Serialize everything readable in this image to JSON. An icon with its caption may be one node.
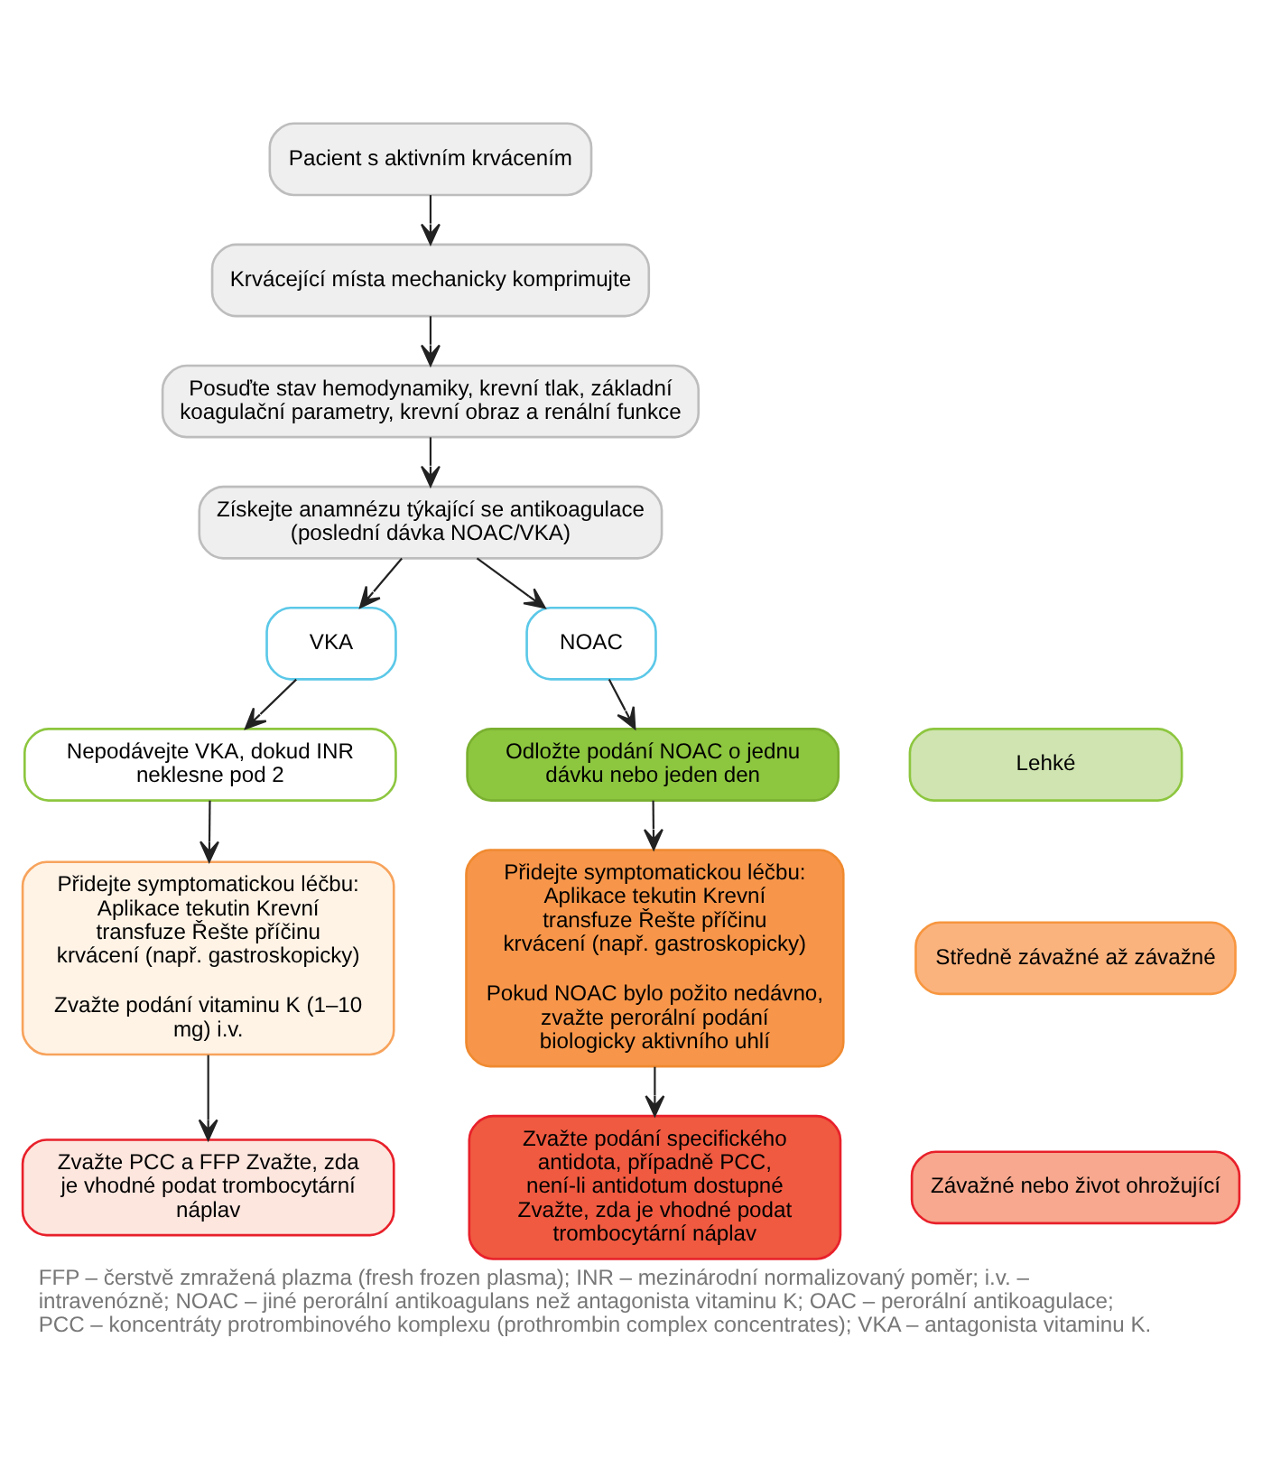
{
  "diagram": {
    "caption": "FFP – čerstvě zmražená plazma (fresh frozen plasma); INR – mezinárodní normalizovaný poměr; i.v. – intravenózně; NOAC – jiné perorální antikoagulans než antagonista vitaminu K; OAC – perorální antikoagulace; PCC – koncentráty protrombinového komplexu (prothrombin complex concentrates); VKA – antagonista vitaminu K.",
    "nodes": [
      {
        "text": [
          "Pacient s aktivním krvácením"
        ]
      },
      {
        "text": [
          "Krvácející místa mechanicky komprimujte"
        ]
      },
      {
        "text": [
          "Posuďte stav hemodynamiky, krevní tlak, základní koagulační parametry, krevní obraz a renální funkce"
        ]
      },
      {
        "text": [
          "Získejte anamnézu týkající se antikoagulace (poslední dávka NOAC/VKA)"
        ]
      },
      {
        "text": [
          "VKA"
        ]
      },
      {
        "text": [
          "NOAC"
        ]
      },
      {
        "text": [
          "Nepodávejte VKA, dokud INR neklesne pod 2"
        ]
      },
      {
        "text": [
          "Lehké"
        ]
      },
      {
        "text": [
          "Odložte podání NOAC o jednu dávku nebo jeden den"
        ]
      },
      {
        "text": [
          "Přidejte symptomatickou léčbu: Aplikace tekutin Krevní transfuze Řešte příčinu krvácení (např. gastroskopicky)",
          "Zvažte podání vitaminu K (1–10 mg) i.v."
        ]
      },
      {
        "text": [
          "Středně závažné až závažné"
        ]
      },
      {
        "text": [
          "Přidejte symptomatickou léčbu: Aplikace tekutin Krevní transfuze Řešte příčinu krvácení (např. gastroskopicky)",
          "Pokud NOAC bylo požito nedávno, zvažte perorální podání biologicky aktivního uhlí"
        ]
      },
      {
        "text": [
          "Zvažte PCC a FFP Zvažte, zda je vhodné podat trombocytární náplav"
        ]
      },
      {
        "text": [
          "Závažné nebo život ohrožující"
        ]
      },
      {
        "text": [
          "Zvažte podání specifického antidota, případně PCC, není-li antidotum dostupné Zvažte, zda je vhodné podat trombocytární náplav"
        ]
      }
    ],
    "edges": [
      {
        "from": 0,
        "to": 1,
        "arrow": "to"
      },
      {
        "from": 1,
        "to": 2,
        "arrow": "to"
      },
      {
        "from": 2,
        "to": 3,
        "arrow": "to"
      },
      {
        "from": 3,
        "to": 4,
        "arrow": "to"
      },
      {
        "from": 3,
        "to": 5,
        "arrow": "to"
      },
      {
        "from": 4,
        "to": 6,
        "arrow": "to"
      },
      {
        "from": 5,
        "to": 8,
        "arrow": "to"
      },
      {
        "from": 6,
        "to": 9,
        "arrow": "to"
      },
      {
        "from": 9,
        "to": 12,
        "arrow": "to"
      },
      {
        "from": 8,
        "to": 11,
        "arrow": "to"
      },
      {
        "from": 11,
        "to": 14,
        "arrow": "to"
      }
    ]
  }
}
